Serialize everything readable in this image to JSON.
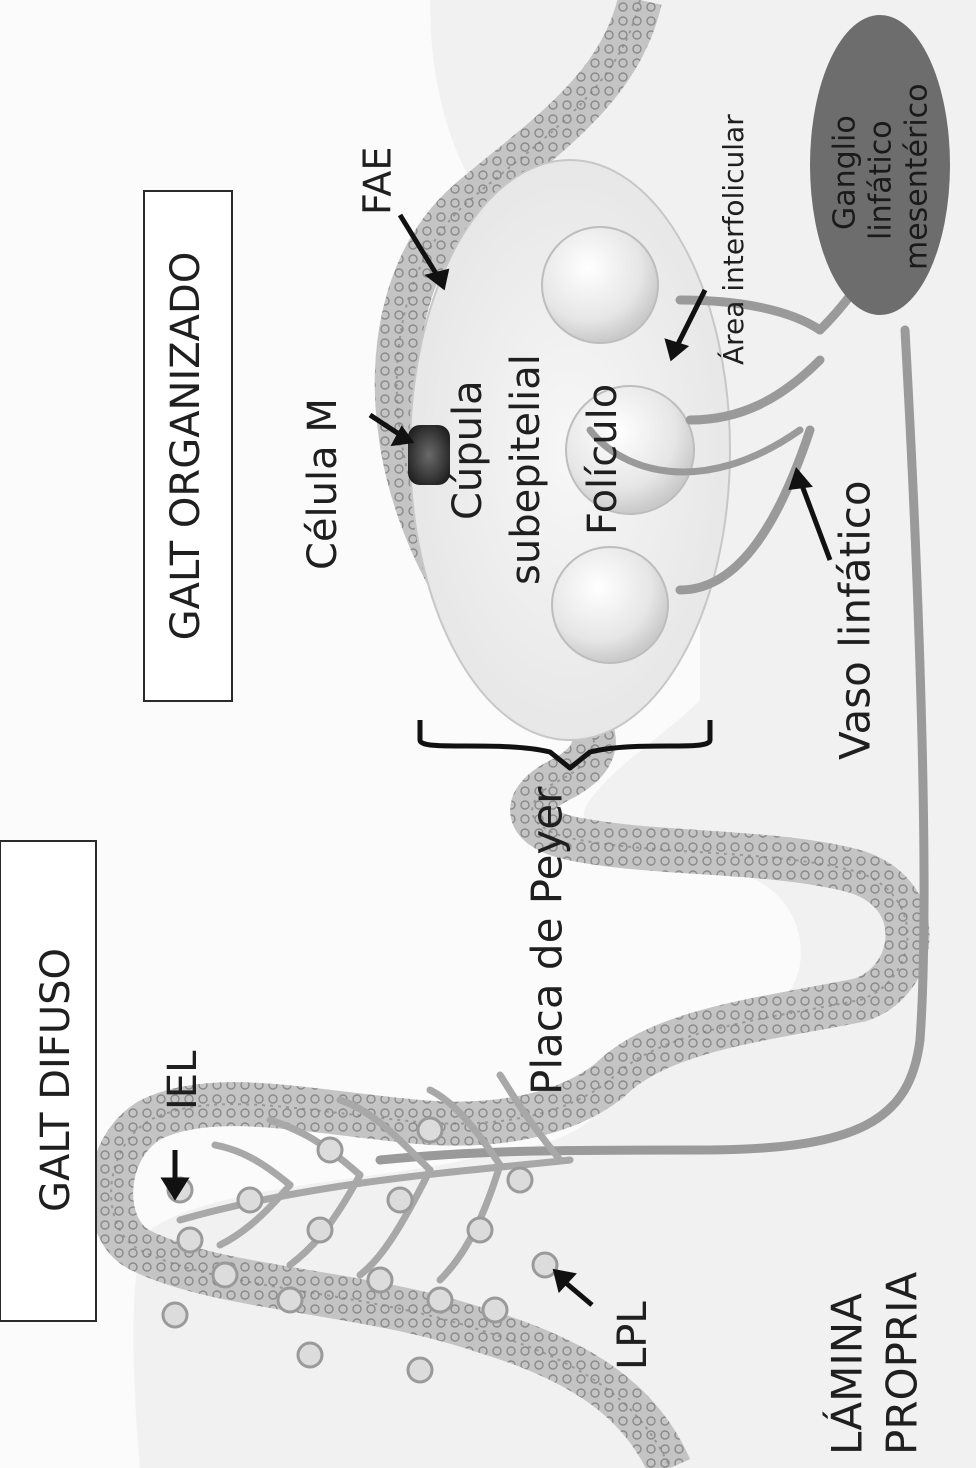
{
  "title_diffuse": "GALT DIFUSO",
  "title_organized": "GALT ORGANIZADO",
  "labels": {
    "iel": "IEL",
    "lpl": "LPL",
    "lamina_propria_line1": "LÁMINA",
    "lamina_propria_line2": "PROPRIA",
    "placa_peyer": "Placa de Peyer",
    "celula_m": "Célula M",
    "fae": "FAE",
    "cupula_line1": "Cúpula",
    "cupula_line2": "subepitelial",
    "foliculo": "Folículo",
    "area_interfolicular": "Área interfolicular",
    "vaso_linfatico": "Vaso linfático",
    "ganglio_line1": "Ganglio",
    "ganglio_line2": "linfático",
    "ganglio_line3": "mesentérico"
  },
  "colors": {
    "epithelium": "#b9b9b9",
    "epithelium_dark": "#8e8e8e",
    "lamina": "#ededed",
    "vessel": "#9a9a9a",
    "ganglion": "#6d6d6d",
    "follicle": "#e2e2e2",
    "text": "#1f1f1f"
  }
}
